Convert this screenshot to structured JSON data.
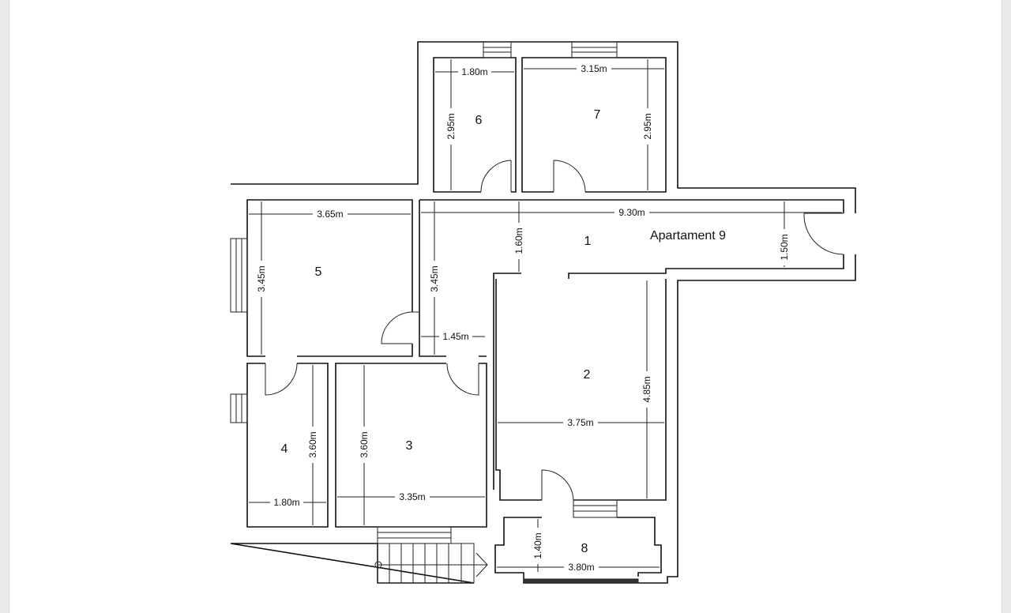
{
  "plan": {
    "title": "Apartament 9",
    "rooms": [
      "1",
      "2",
      "3",
      "4",
      "5",
      "6",
      "7",
      "8"
    ],
    "dimensions": {
      "room6_width": "1.80m",
      "room6_height": "2.95m",
      "room7_width": "3.15m",
      "room7_height": "2.95m",
      "corridor_length": "9.30m",
      "corridor_width": "1.60m",
      "entrance_width": "1.50m",
      "room5_width": "3.65m",
      "room5_height": "3.45m",
      "hall_height": "3.45m",
      "hall_width": "1.45m",
      "room2_width": "3.75m",
      "room2_height": "4.85m",
      "room4_width": "1.80m",
      "room4_height": "3.60m",
      "room3_width": "3.35m",
      "room3_height": "3.60m",
      "room8_width": "3.80m",
      "room8_height": "1.40m"
    }
  }
}
